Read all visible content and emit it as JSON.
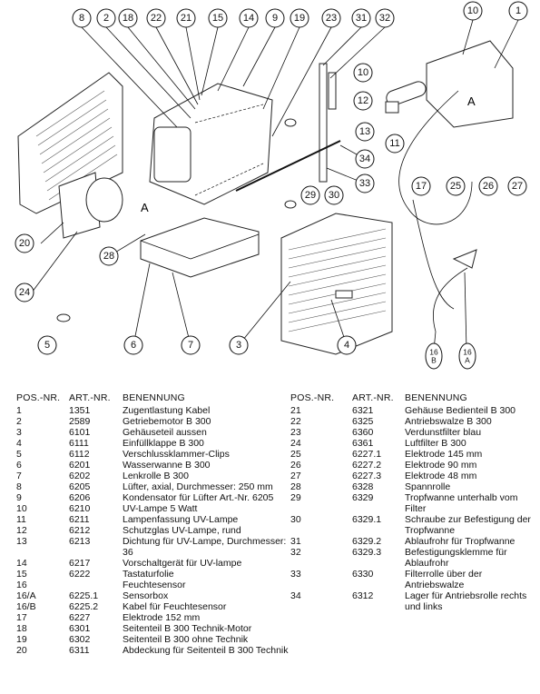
{
  "diagram": {
    "callouts": [
      "8",
      "2",
      "18",
      "22",
      "21",
      "15",
      "14",
      "9",
      "19",
      "23",
      "31",
      "32",
      "10",
      "1",
      "10",
      "12",
      "13",
      "11",
      "A",
      "A",
      "34",
      "33",
      "17",
      "25",
      "26",
      "27",
      "29",
      "30",
      "28",
      "20",
      "24",
      "5",
      "6",
      "7",
      "3",
      "4",
      "16\nB",
      "16\nA"
    ],
    "label_A": "A"
  },
  "table": {
    "headers": {
      "pos": "POS.-NR.",
      "art": "ART.-NR.",
      "name": "BENENNUNG"
    },
    "left": [
      {
        "pos": "1",
        "art": "1351",
        "name": "Zugentlastung Kabel"
      },
      {
        "pos": "2",
        "art": "2589",
        "name": "Getriebemotor B 300"
      },
      {
        "pos": "3",
        "art": "6101",
        "name": "Gehäuseteil aussen"
      },
      {
        "pos": "4",
        "art": "6111",
        "name": "Einfüllklappe B 300"
      },
      {
        "pos": "5",
        "art": "6112",
        "name": "Verschlussklammer-Clips"
      },
      {
        "pos": "6",
        "art": "6201",
        "name": "Wasserwanne B 300"
      },
      {
        "pos": "7",
        "art": "6202",
        "name": "Lenkrolle B 300"
      },
      {
        "pos": "8",
        "art": "6205",
        "name": "Lüfter, axial, Durchmesser: 250 mm"
      },
      {
        "pos": "9",
        "art": "6206",
        "name": "Kondensator für Lüfter Art.-Nr. 6205"
      },
      {
        "pos": "10",
        "art": "6210",
        "name": "UV-Lampe 5 Watt"
      },
      {
        "pos": "11",
        "art": "6211",
        "name": "Lampenfassung UV-Lampe"
      },
      {
        "pos": "12",
        "art": "6212",
        "name": "Schutzglas UV-Lampe, rund"
      },
      {
        "pos": "13",
        "art": "6213",
        "name": "Dichtung für UV-Lampe, Durchmesser: 36",
        "lines": 2
      },
      {
        "pos": "14",
        "art": "6217",
        "name": "Vorschaltgerät für UV-lampe"
      },
      {
        "pos": "15",
        "art": "6222",
        "name": "Tastaturfolie"
      },
      {
        "pos": "16",
        "art": "",
        "name": "Feuchtesensor"
      },
      {
        "pos": "16/A",
        "art": "6225.1",
        "name": "Sensorbox"
      },
      {
        "pos": "16/B",
        "art": "6225.2",
        "name": "Kabel für Feuchtesensor"
      },
      {
        "pos": "17",
        "art": "6227",
        "name": "Elektrode 152 mm"
      },
      {
        "pos": "18",
        "art": "6301",
        "name": "Seitenteil B 300 Technik-Motor"
      },
      {
        "pos": "19",
        "art": "6302",
        "name": "Seitenteil B 300 ohne Technik"
      },
      {
        "pos": "20",
        "art": "6311",
        "name": "Abdeckung für Seitenteil B 300 Technik",
        "lines": 2
      }
    ],
    "right": [
      {
        "pos": "21",
        "art": "6321",
        "name": "Gehäuse Bedienteil B 300"
      },
      {
        "pos": "22",
        "art": "6325",
        "name": "Antriebswalze B 300"
      },
      {
        "pos": "23",
        "art": "6360",
        "name": "Verdunstfilter blau"
      },
      {
        "pos": "24",
        "art": "6361",
        "name": "Luftfilter B 300"
      },
      {
        "pos": "25",
        "art": "6227.1",
        "name": "Elektrode 145 mm"
      },
      {
        "pos": "26",
        "art": "6227.2",
        "name": "Elektrode 90 mm"
      },
      {
        "pos": "27",
        "art": "6227.3",
        "name": "Elektrode 48 mm"
      },
      {
        "pos": "28",
        "art": "6328",
        "name": "Spannrolle"
      },
      {
        "pos": "29",
        "art": "6329",
        "name": "Tropfwanne unterhalb vom Filter",
        "lines": 2
      },
      {
        "pos": "30",
        "art": "6329.1",
        "name": "Schraube zur Befestigung der Tropfwanne",
        "lines": 2
      },
      {
        "pos": "31",
        "art": "6329.2",
        "name": "Ablaufrohr für Tropfwanne"
      },
      {
        "pos": "32",
        "art": "6329.3",
        "name": "Befestigungsklemme für Ablaufrohr",
        "lines": 2
      },
      {
        "pos": "33",
        "art": "6330",
        "name": "Filterrolle über der Antriebswalze",
        "lines": 2
      },
      {
        "pos": "34",
        "art": "6312",
        "name": "Lager für Antriebsrolle rechts und links",
        "lines": 2
      }
    ]
  }
}
